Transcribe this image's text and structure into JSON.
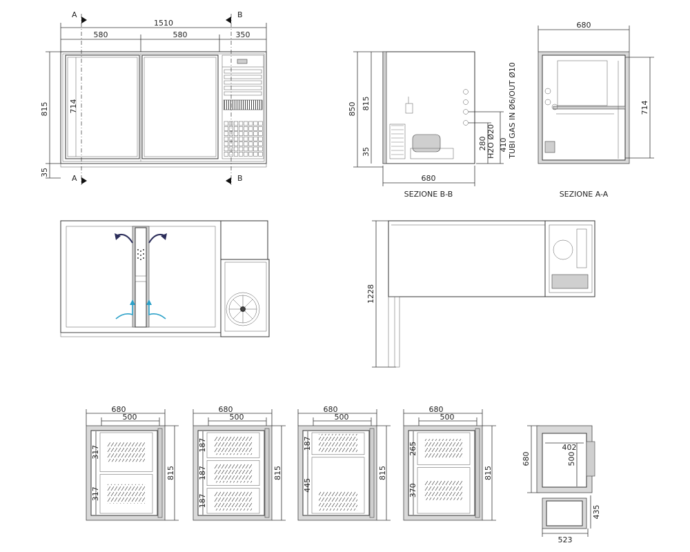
{
  "front_view": {
    "total_width": "1510",
    "door_left_width": "580",
    "door_right_width": "580",
    "unit_width": "350",
    "height": "815",
    "door_height": "714",
    "plinth": "35",
    "section_marks": {
      "a": "A",
      "b": "B"
    }
  },
  "section_bb": {
    "caption": "SEZIONE B-B",
    "overall_height": "850",
    "body_height": "815",
    "plinth": "35",
    "depth": "680",
    "pipe_h280": "280",
    "pipe_h410": "410",
    "water": "H2O Ø20",
    "gas": "TUBI GAS IN Ø6/OUT Ø10"
  },
  "section_aa": {
    "caption": "SEZIONE A-A",
    "depth": "680",
    "door_height": "714"
  },
  "top_view": {
    "length": "1228"
  },
  "config_views": [
    {
      "outer": "680",
      "inner": "500",
      "height": "815",
      "sections": [
        "317",
        "317"
      ]
    },
    {
      "outer": "680",
      "inner": "500",
      "height": "815",
      "sections": [
        "187",
        "187",
        "187"
      ]
    },
    {
      "outer": "680",
      "inner": "500",
      "height": "815",
      "sections": [
        "187",
        "445"
      ]
    },
    {
      "outer": "680",
      "inner": "500",
      "height": "815",
      "sections": [
        "265",
        "370"
      ]
    }
  ],
  "drawer_view": {
    "depth": "680",
    "inner_width": "402",
    "inner_depth": "500",
    "drawer_depth": "435",
    "drawer_width": "523"
  }
}
